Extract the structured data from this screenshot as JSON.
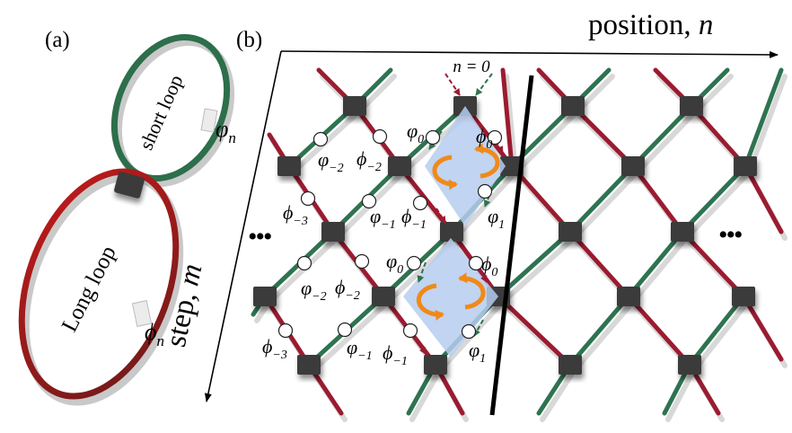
{
  "panel_a": {
    "label": "(a)",
    "short_loop": "short loop",
    "long_loop": "Long loop",
    "phi_short": {
      "base": "φ",
      "sub": "n"
    },
    "phi_long": {
      "base": "ϕ",
      "sub": "n"
    }
  },
  "panel_b": {
    "label": "(b)",
    "x_axis": {
      "base": "position, ",
      "var": "n"
    },
    "y_axis": {
      "base": "step, ",
      "var": "m"
    },
    "n_zero": "n = 0",
    "ellipsis": "•••",
    "phases": {
      "vphi0_top": {
        "base": "φ",
        "sub": "0"
      },
      "uphi0_top": {
        "base": "ϕ",
        "sub": "0"
      },
      "vphim2_top": {
        "base": "φ",
        "sub": "−2"
      },
      "uphim2_top": {
        "base": "ϕ",
        "sub": "−2"
      },
      "uphim3_top": {
        "base": "ϕ",
        "sub": "−3"
      },
      "vphim1_top": {
        "base": "φ",
        "sub": "−1"
      },
      "uphim1_top": {
        "base": "ϕ",
        "sub": "−1"
      },
      "vphi1_top": {
        "base": "φ",
        "sub": "1"
      },
      "vphi0_bot": {
        "base": "φ",
        "sub": "0"
      },
      "uphi0_bot": {
        "base": "ϕ",
        "sub": "0"
      },
      "vphim2_bot": {
        "base": "φ",
        "sub": "−2"
      },
      "uphim2_bot": {
        "base": "ϕ",
        "sub": "−2"
      },
      "uphim3_bot": {
        "base": "ϕ",
        "sub": "−3"
      },
      "vphim1_bot": {
        "base": "φ",
        "sub": "−1"
      },
      "uphim1_bot": {
        "base": "ϕ",
        "sub": "−1"
      },
      "vphi1_bot": {
        "base": "φ",
        "sub": "1"
      }
    }
  },
  "colors": {
    "red": "#9b1b30",
    "green": "#2e7350",
    "node": "#3a3a3a",
    "highlight": "#b6cdee",
    "orange": "#ef8a1a"
  }
}
